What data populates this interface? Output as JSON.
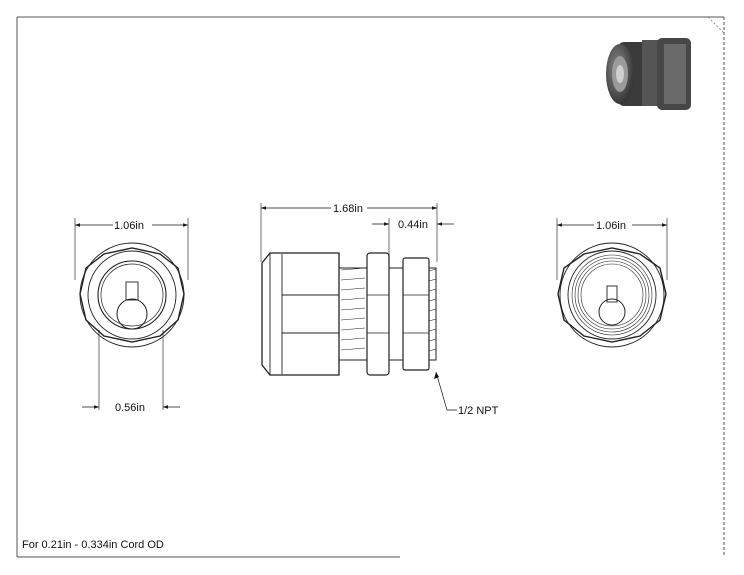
{
  "drawing": {
    "dimensions": {
      "left_width": "1.06in",
      "left_bore": "0.56in",
      "overall_length": "1.68in",
      "thread_length": "0.44in",
      "right_width": "1.06in"
    },
    "callouts": {
      "thread": "1/2 NPT"
    },
    "footer_note": "For 0.21in - 0.334in Cord OD",
    "thumbnail_icon": "cord-grip-3d-icon"
  }
}
